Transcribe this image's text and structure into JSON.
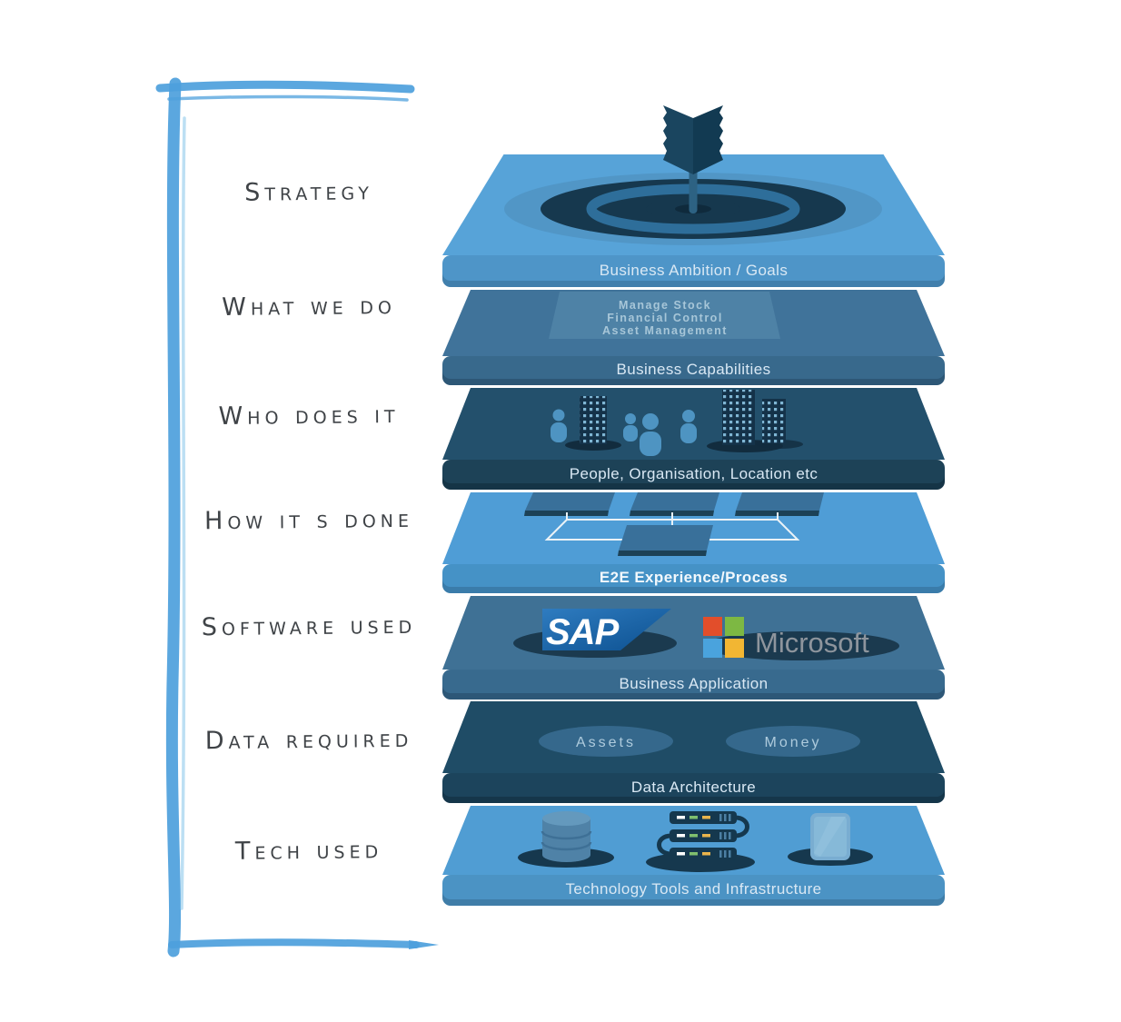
{
  "side_labels": [
    {
      "text": "Strategy"
    },
    {
      "text": "What we do"
    },
    {
      "text": "Who does it"
    },
    {
      "text": "How it s done"
    },
    {
      "text": "Software used"
    },
    {
      "text": "Data required"
    },
    {
      "text": "Tech used"
    }
  ],
  "layers": [
    {
      "caption": "Business Ambition / Goals"
    },
    {
      "caption": "Business Capabilities",
      "panel_lines": [
        "Manage Stock",
        "Financial Control",
        "Asset Management"
      ]
    },
    {
      "caption": "People, Organisation, Location etc"
    },
    {
      "caption": "E2E Experience/Process"
    },
    {
      "caption": "Business Application",
      "logos": {
        "sap": "SAP",
        "microsoft": "Microsoft"
      }
    },
    {
      "caption": "Data Architecture",
      "ellipses": [
        {
          "label": "Assets"
        },
        {
          "label": "Money"
        }
      ]
    },
    {
      "caption": "Technology Tools and Infrastructure"
    }
  ],
  "colors": {
    "frame_accent": "#4da0dc",
    "light_layer_top": "#57a3d8",
    "light_layer_front": "#4e95c8",
    "slate_layer_top": "#40739a",
    "slate_layer_front": "#38698c",
    "dark_layer_top": "#23506c",
    "dark_layer_front": "#1d4257",
    "ms_red": "#e24e2b",
    "ms_green": "#7db843",
    "ms_blue": "#4aa3dd",
    "ms_yellow": "#f2b633"
  }
}
